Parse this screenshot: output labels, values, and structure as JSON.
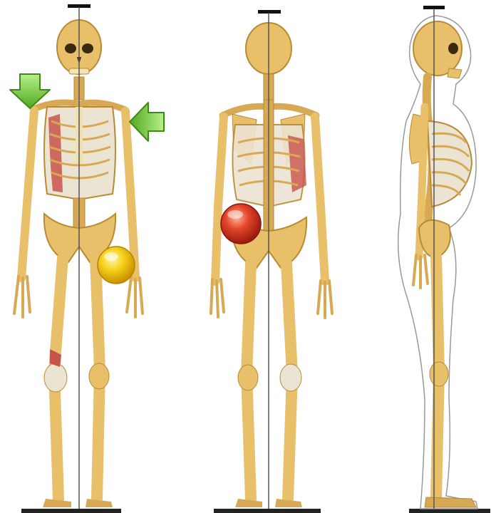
{
  "views": [
    {
      "name": "front",
      "label": ""
    },
    {
      "name": "back",
      "label": ""
    },
    {
      "name": "side",
      "label": ""
    }
  ],
  "markers": [
    {
      "name": "left-shoulder-arrow",
      "color": "#6fc43a",
      "icon": "arrow-down-icon"
    },
    {
      "name": "right-shoulder-arrow",
      "color": "#6fc43a",
      "icon": "arrow-left-icon"
    },
    {
      "name": "hip-marker",
      "color": "#f2c200",
      "icon": "yellow-circle-icon"
    },
    {
      "name": "lower-back-marker",
      "color": "#d8301c",
      "icon": "red-circle-icon"
    }
  ],
  "colors": {
    "bone": "#e8c06a",
    "bone_shadow": "#b98a35",
    "muscle": "#c8534a",
    "plumb_line": "#555555",
    "body_outline": "#999999"
  }
}
